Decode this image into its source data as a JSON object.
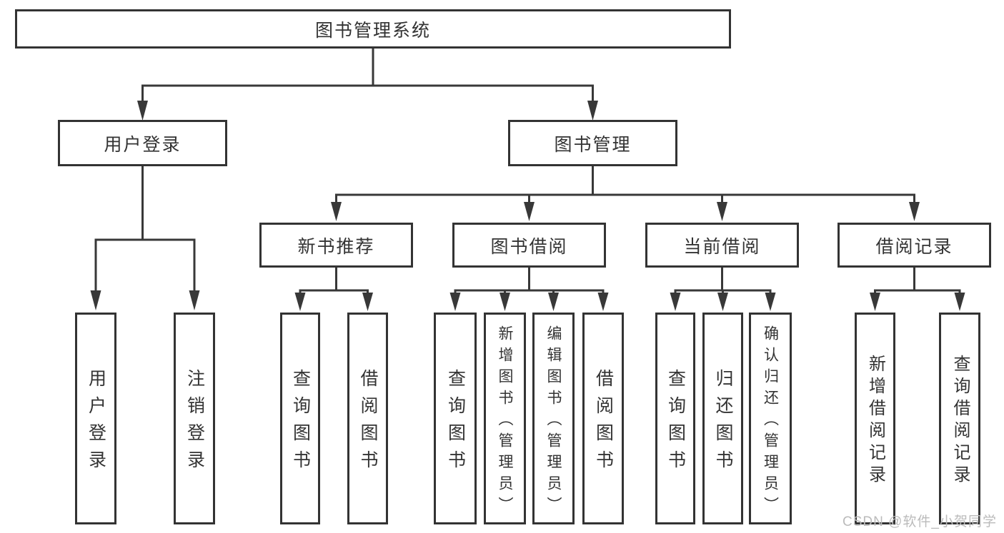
{
  "colors": {
    "background": "#ffffff",
    "line": "#383838",
    "border": "#333333",
    "text": "#333333",
    "watermark": "#bbbbbb"
  },
  "nodes": {
    "root": "图书管理系统",
    "user_login": "用户登录",
    "book_mgmt": "图书管理",
    "l3": [
      "新书推荐",
      "图书借阅",
      "当前借阅",
      "借阅记录"
    ],
    "leaves_user_login": [
      "用户登录",
      "注销登录"
    ],
    "leaves_new_books": [
      "查询图书",
      "借阅图书"
    ],
    "leaves_book_borrow": [
      "查询图书",
      "新增图书（管理员）",
      "编辑图书（管理员）",
      "借阅图书"
    ],
    "leaves_current_borrow": [
      "查询图书",
      "归还图书",
      "确认归还（管理员）"
    ],
    "leaves_borrow_records": [
      "新增借阅记录",
      "查询借阅记录"
    ]
  },
  "watermark": "CSDN @软件_小贺同学"
}
